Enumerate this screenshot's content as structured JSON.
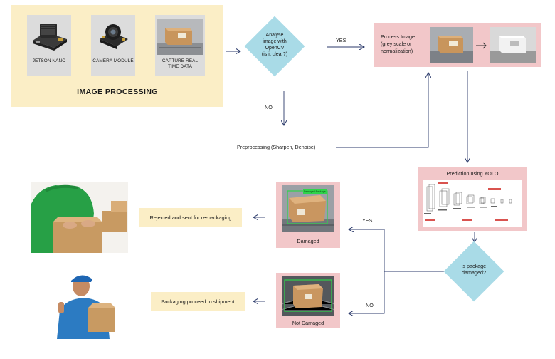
{
  "image_processing": {
    "title": "IMAGE PROCESSING",
    "cards": [
      {
        "label": "JETSON NANO",
        "icon": "jetson-nano-icon"
      },
      {
        "label": "CAMERA MODULE",
        "icon": "camera-module-icon"
      },
      {
        "label": "CAPTURE REAL\nTIME DATA",
        "icon": "package-photo-icon"
      }
    ]
  },
  "decision_opencv": {
    "text": "Analyse\nimage with\nOpenCV\n(is it clear?)"
  },
  "labels": {
    "yes_top": "YES",
    "no_top": "NO",
    "preprocessing": "Preprocessing (Sharpen, Denoise)",
    "yes_right": "YES",
    "no_right": "NO"
  },
  "process_image": {
    "text": "Process Image\n(grey scale or\nnormalization)"
  },
  "yolo": {
    "title": "Prediction using YOLO"
  },
  "decision_damaged": {
    "text": "is package\ndamaged?"
  },
  "damaged": {
    "caption": "Damaged",
    "tag": "Damaged Package"
  },
  "not_damaged": {
    "caption": "Not Damaged"
  },
  "outcomes": {
    "rejected": "Rejected and sent for re-packaging",
    "shipment": "Packaging proceed to shipment"
  },
  "colors": {
    "panel_yellow": "#fbeec6",
    "panel_pink": "#f2c7c9",
    "diamond_blue": "#a9dbe7",
    "arrow": "#2b3a6b"
  }
}
